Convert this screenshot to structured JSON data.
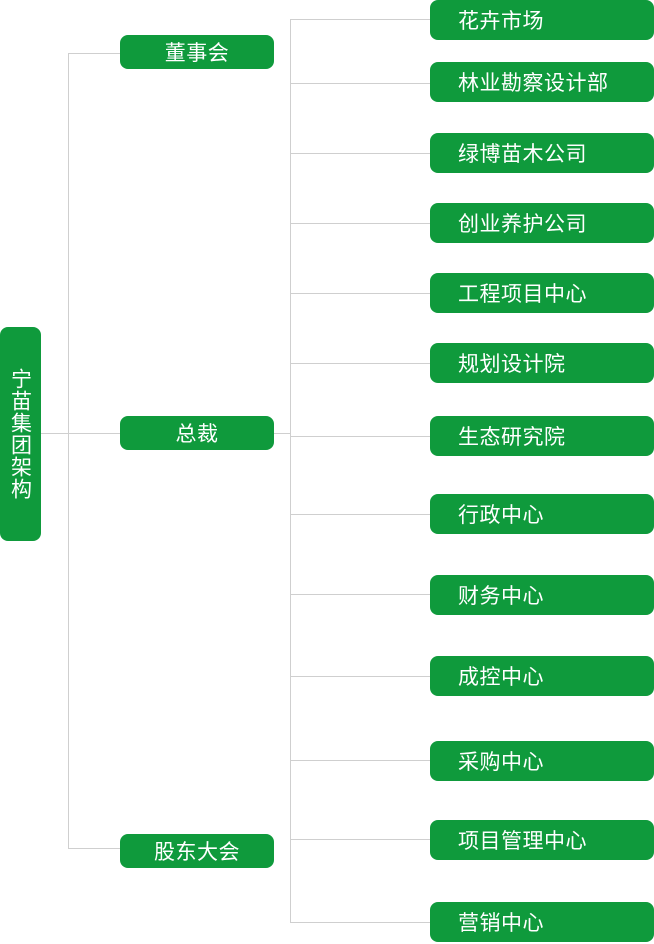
{
  "root": {
    "label": "宁苗集团架构"
  },
  "mid_nodes": [
    {
      "label": "董事会"
    },
    {
      "label": "总裁"
    },
    {
      "label": "股东大会"
    }
  ],
  "departments": [
    {
      "label": "花卉市场"
    },
    {
      "label": "林业勘察设计部"
    },
    {
      "label": "绿博苗木公司"
    },
    {
      "label": "创业养护公司"
    },
    {
      "label": "工程项目中心"
    },
    {
      "label": "规划设计院"
    },
    {
      "label": "生态研究院"
    },
    {
      "label": "行政中心"
    },
    {
      "label": "财务中心"
    },
    {
      "label": "成控中心"
    },
    {
      "label": "采购中心"
    },
    {
      "label": "项目管理中心"
    },
    {
      "label": "营销中心"
    }
  ],
  "colors": {
    "node": "#0f9a3c",
    "line": "#cfcfcf",
    "text": "#ffffff"
  }
}
